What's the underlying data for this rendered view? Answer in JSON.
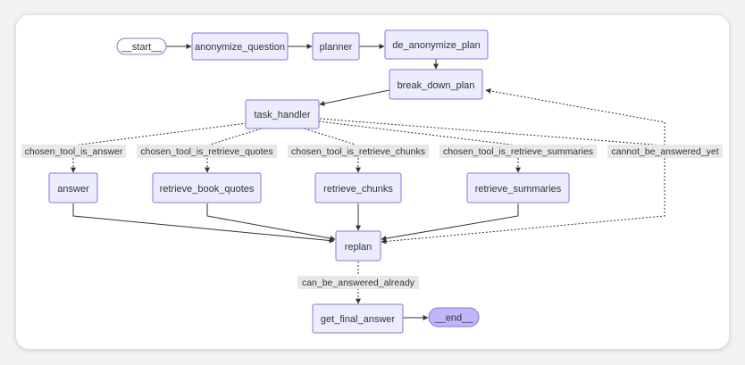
{
  "nodes": {
    "start": "__start__",
    "anonymize_question": "anonymize_question",
    "planner": "planner",
    "de_anonymize_plan": "de_anonymize_plan",
    "break_down_plan": "break_down_plan",
    "task_handler": "task_handler",
    "answer": "answer",
    "retrieve_book_quotes": "retrieve_book_quotes",
    "retrieve_chunks": "retrieve_chunks",
    "retrieve_summaries": "retrieve_summaries",
    "replan": "replan",
    "get_final_answer": "get_final_answer",
    "end": "__end__"
  },
  "edge_labels": {
    "chosen_tool_is_answer": "chosen_tool_is_answer",
    "chosen_tool_is_retrieve_quotes": "chosen_tool_is_retrieve_quotes",
    "chosen_tool_is_retrieve_chunks": "chosen_tool_is_retrieve_chunks",
    "chosen_tool_is_retrieve_summaries": "chosen_tool_is_retrieve_summaries",
    "cannot_be_answered_yet": "cannot_be_answered_yet",
    "can_be_answered_already": "can_be_answered_already"
  },
  "colors": {
    "node_fill": "#ECECFF",
    "node_stroke": "#9370DB",
    "end_fill": "#bfb6fc",
    "edge": "#333333",
    "label_bg": "#e8e8e8"
  }
}
